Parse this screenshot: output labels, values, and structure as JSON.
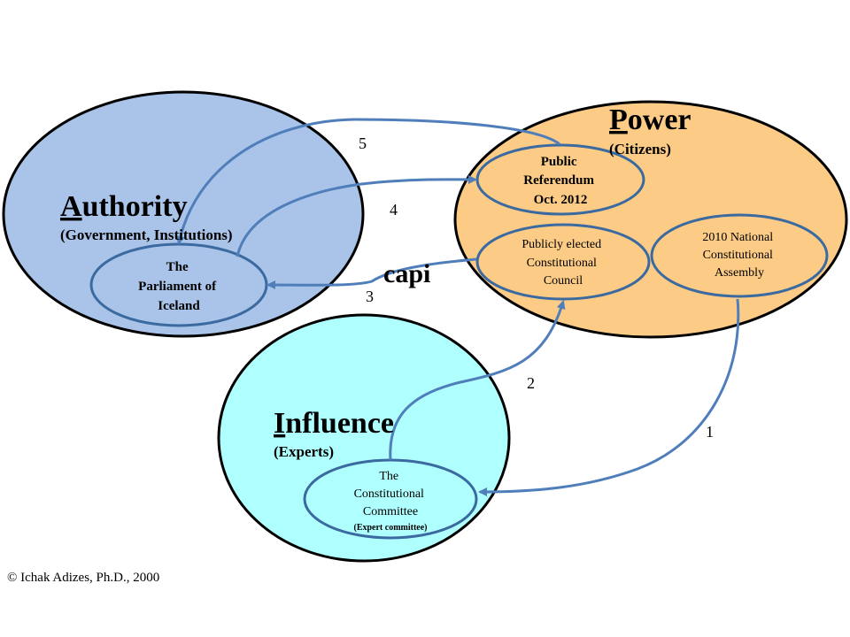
{
  "authority": {
    "initial": "A",
    "rest": "uthority",
    "subtitle": "(Government, Institutions)",
    "inner_lines": [
      "The",
      "Parliament of",
      "Iceland"
    ]
  },
  "power": {
    "initial": "P",
    "rest": "ower",
    "subtitle": "(Citizens)",
    "referendum_lines": [
      "Public",
      "Referendum",
      "Oct. 2012"
    ],
    "council_lines": [
      "Publicly elected",
      "Constitutional",
      "Council"
    ],
    "assembly_lines": [
      "2010 National",
      "Constitutional",
      "Assembly"
    ]
  },
  "influence": {
    "initial": "I",
    "rest": "nfluence",
    "subtitle": "(Experts)",
    "committee_lines": [
      "The",
      "Constitutional",
      "Committee"
    ],
    "committee_note": "(Expert committee)"
  },
  "arrows": {
    "one": "1",
    "two": "2",
    "three": "3",
    "four": "4",
    "five": "5"
  },
  "stray_text": "capi",
  "copyright": "© Ichak Adizes, Ph.D., 2000",
  "colors": {
    "authority_fill": "#a9c4e8",
    "power_fill": "#fccb86",
    "influence_fill": "#b0ffff",
    "arrow": "#4f7eba",
    "inner_stroke": "#3b6aa0"
  }
}
